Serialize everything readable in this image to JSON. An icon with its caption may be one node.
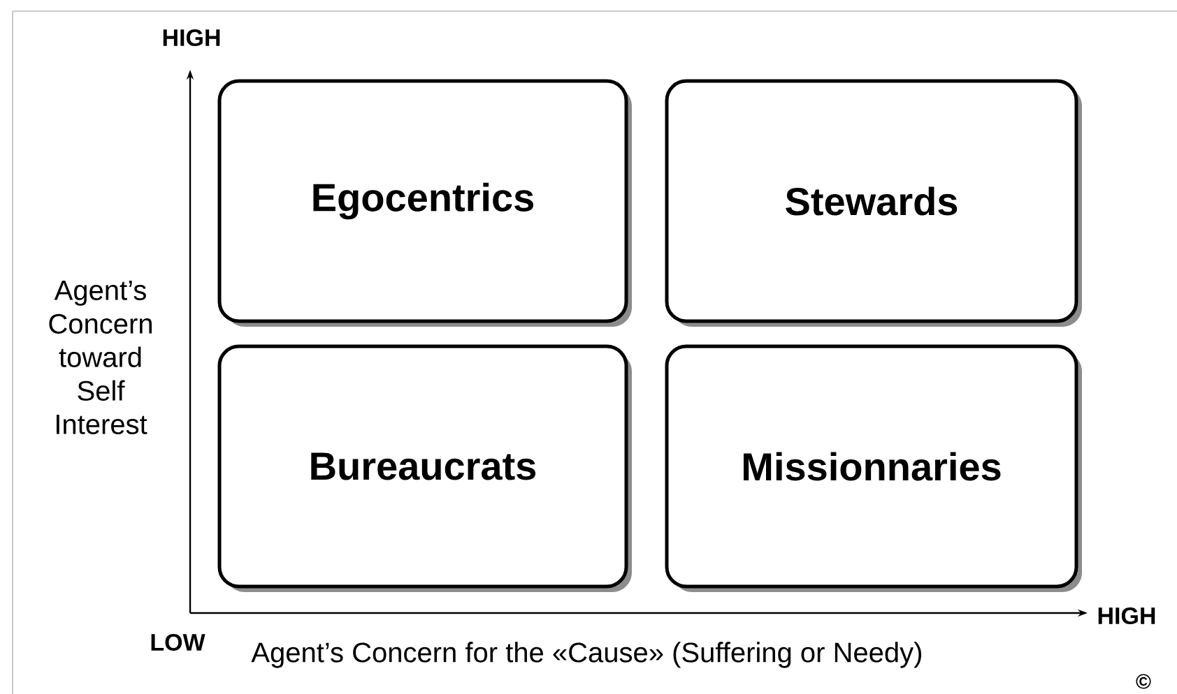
{
  "diagram": {
    "nodes": [
      {
        "text": [
          "Egocentrics"
        ]
      },
      {
        "text": [
          "Stewards"
        ]
      },
      {
        "text": [
          "Bureaucrats"
        ]
      },
      {
        "text": [
          "Missionnaries"
        ]
      }
    ],
    "labels": [
      "HIGH",
      "Agent’s Concern toward Self Interest",
      "LOW",
      "HIGH",
      "Agent’s Concern for the «Cause» (Suffering or Needy)",
      "©"
    ]
  }
}
